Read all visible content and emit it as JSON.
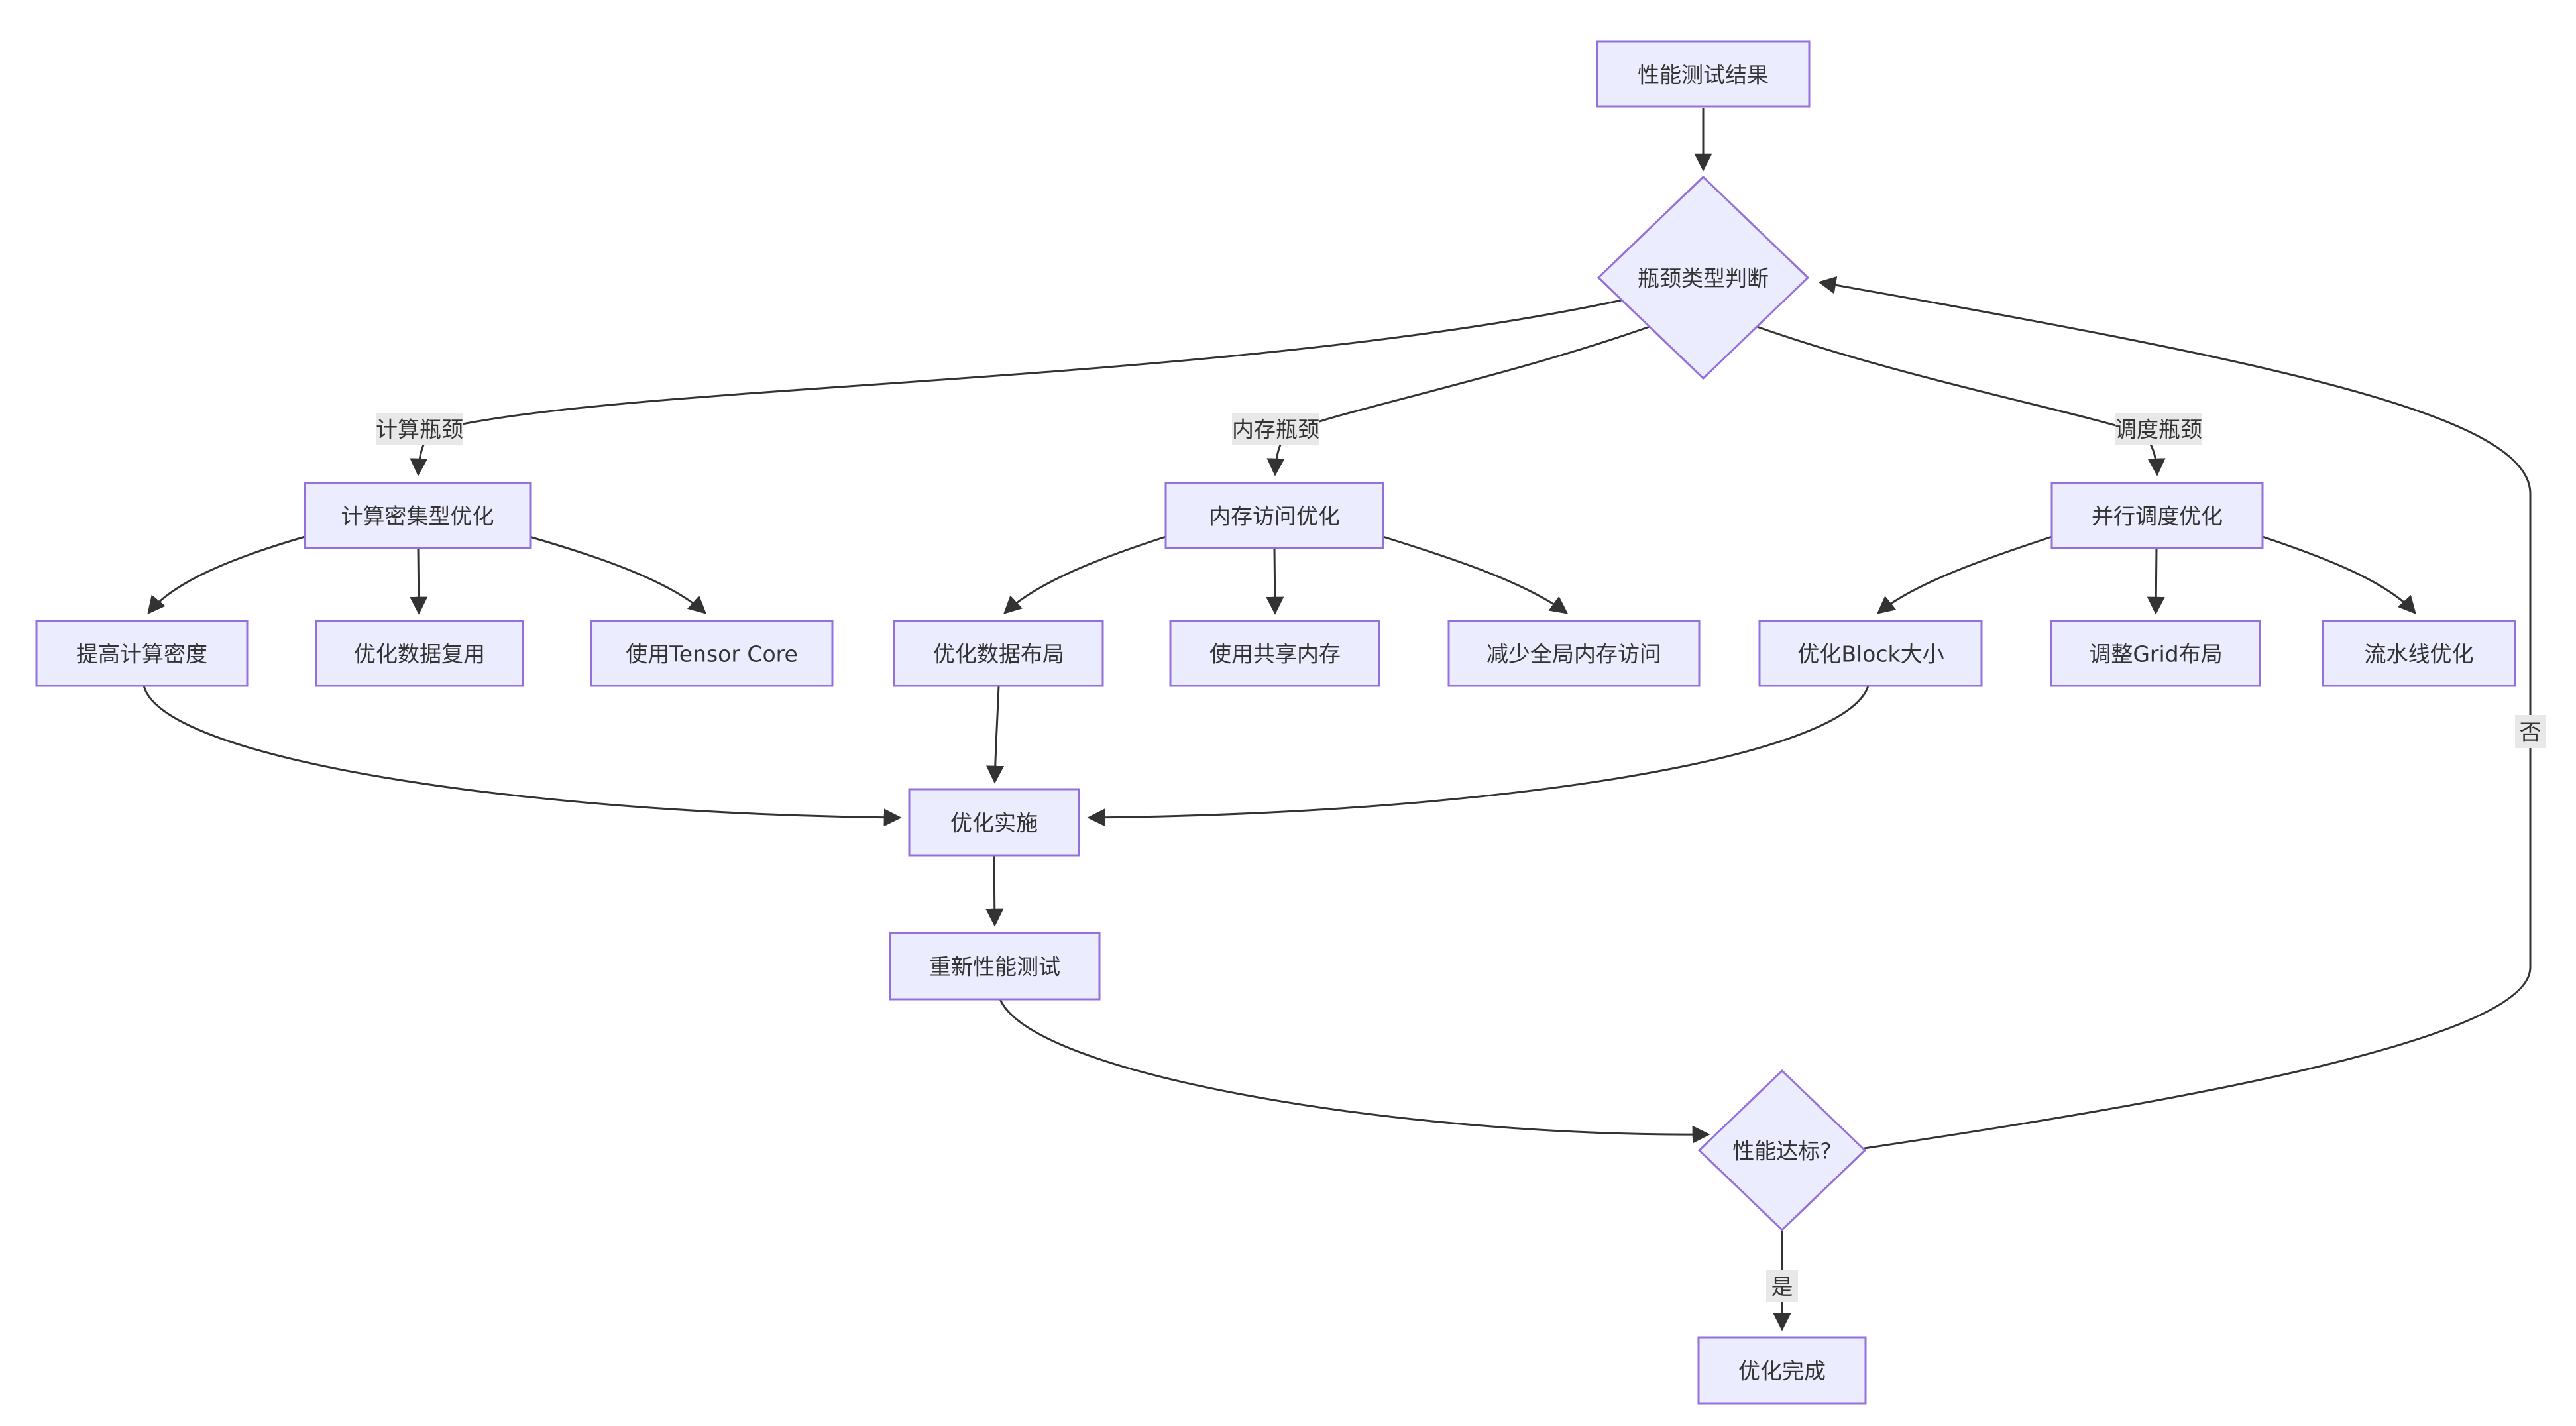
{
  "diagram": {
    "type": "flowchart",
    "direction": "top-down",
    "background": "#ffffff",
    "colors": {
      "node_fill": "#ECECFF",
      "node_border": "#9370DB",
      "edge": "#333333",
      "edge_label_bg": "#e8e8e8",
      "text": "#333333"
    },
    "nodes": {
      "perf_test": {
        "label": "性能测试结果",
        "shape": "rect"
      },
      "bottleneck_type": {
        "label": "瓶颈类型判断",
        "shape": "diamond"
      },
      "compute_opt": {
        "label": "计算密集型优化",
        "shape": "rect"
      },
      "memory_opt": {
        "label": "内存访问优化",
        "shape": "rect"
      },
      "sched_opt": {
        "label": "并行调度优化",
        "shape": "rect"
      },
      "density": {
        "label": "提高计算密度",
        "shape": "rect"
      },
      "reuse": {
        "label": "优化数据复用",
        "shape": "rect"
      },
      "tensor_core": {
        "label": "使用Tensor Core",
        "shape": "rect"
      },
      "data_layout": {
        "label": "优化数据布局",
        "shape": "rect"
      },
      "shared_mem": {
        "label": "使用共享内存",
        "shape": "rect"
      },
      "global_mem": {
        "label": "减少全局内存访问",
        "shape": "rect"
      },
      "block_size": {
        "label": "优化Block大小",
        "shape": "rect"
      },
      "grid_layout": {
        "label": "调整Grid布局",
        "shape": "rect"
      },
      "pipeline": {
        "label": "流水线优化",
        "shape": "rect"
      },
      "implement": {
        "label": "优化实施",
        "shape": "rect"
      },
      "retest": {
        "label": "重新性能测试",
        "shape": "rect"
      },
      "meets_target": {
        "label": "性能达标?",
        "shape": "diamond"
      },
      "done": {
        "label": "优化完成",
        "shape": "rect"
      }
    },
    "edge_labels": {
      "compute": "计算瓶颈",
      "memory": "内存瓶颈",
      "schedule": "调度瓶颈",
      "yes": "是",
      "no": "否"
    },
    "edges": [
      {
        "from": "perf_test",
        "to": "bottleneck_type",
        "label": ""
      },
      {
        "from": "bottleneck_type",
        "to": "compute_opt",
        "label": "计算瓶颈"
      },
      {
        "from": "bottleneck_type",
        "to": "memory_opt",
        "label": "内存瓶颈"
      },
      {
        "from": "bottleneck_type",
        "to": "sched_opt",
        "label": "调度瓶颈"
      },
      {
        "from": "compute_opt",
        "to": "density",
        "label": ""
      },
      {
        "from": "compute_opt",
        "to": "reuse",
        "label": ""
      },
      {
        "from": "compute_opt",
        "to": "tensor_core",
        "label": ""
      },
      {
        "from": "memory_opt",
        "to": "data_layout",
        "label": ""
      },
      {
        "from": "memory_opt",
        "to": "shared_mem",
        "label": ""
      },
      {
        "from": "memory_opt",
        "to": "global_mem",
        "label": ""
      },
      {
        "from": "sched_opt",
        "to": "block_size",
        "label": ""
      },
      {
        "from": "sched_opt",
        "to": "grid_layout",
        "label": ""
      },
      {
        "from": "sched_opt",
        "to": "pipeline",
        "label": ""
      },
      {
        "from": "density",
        "to": "implement",
        "label": ""
      },
      {
        "from": "data_layout",
        "to": "implement",
        "label": ""
      },
      {
        "from": "block_size",
        "to": "implement",
        "label": ""
      },
      {
        "from": "implement",
        "to": "retest",
        "label": ""
      },
      {
        "from": "retest",
        "to": "meets_target",
        "label": ""
      },
      {
        "from": "meets_target",
        "to": "done",
        "label": "是"
      },
      {
        "from": "meets_target",
        "to": "bottleneck_type",
        "label": "否"
      }
    ]
  }
}
